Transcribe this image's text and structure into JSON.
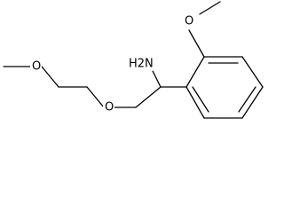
{
  "molecule": {
    "atom_labels": {
      "amine": "H2N",
      "ring_methoxy_oxygen": "O",
      "ether_oxygen_near_ring": "O",
      "ether_oxygen_far": "O"
    },
    "colors": {
      "bond": "#000000",
      "text": "#000000",
      "background": "#ffffff"
    }
  }
}
